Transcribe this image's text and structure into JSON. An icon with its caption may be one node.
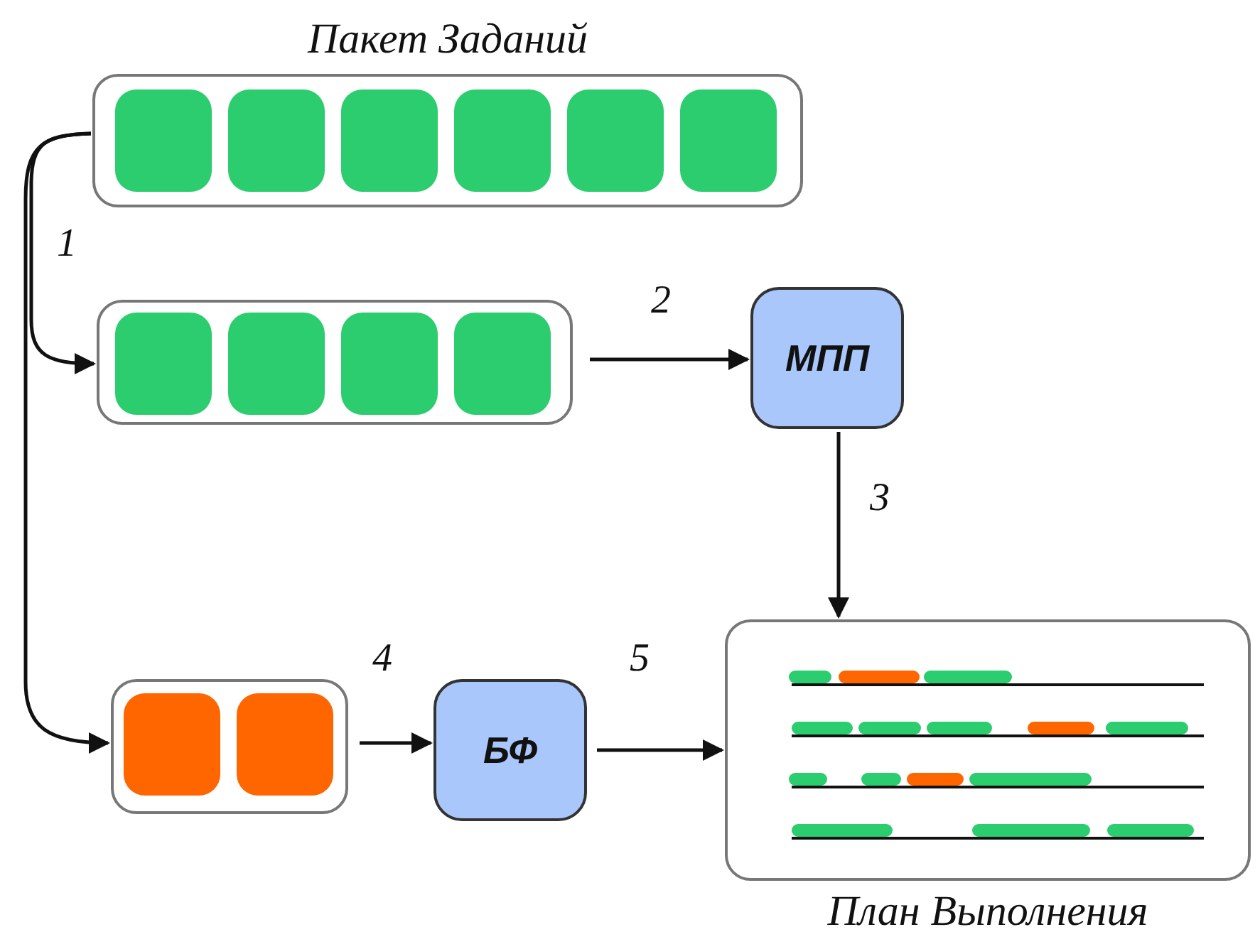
{
  "diagram": {
    "nodes": [
      {
        "text": [
          "Пакет Заданий"
        ]
      },
      {
        "text": [],
        "shape": "box"
      },
      {
        "text": [
          "МПП"
        ]
      },
      {
        "text": [],
        "shape": "box"
      },
      {
        "text": [
          "БФ"
        ]
      },
      {
        "text": [
          "План Выполнения"
        ]
      }
    ],
    "edges": [
      {
        "from": 0,
        "to": 1,
        "arrow": "to",
        "label": "1"
      },
      {
        "from": 0,
        "to": 3,
        "arrow": "to"
      },
      {
        "from": 1,
        "to": 2,
        "arrow": "to",
        "label": "2"
      },
      {
        "from": 2,
        "to": 5,
        "arrow": "to",
        "label": "3"
      },
      {
        "from": 3,
        "to": 4,
        "arrow": "to",
        "label": "4"
      },
      {
        "from": 4,
        "to": 5,
        "arrow": "to",
        "label": "5"
      }
    ]
  }
}
